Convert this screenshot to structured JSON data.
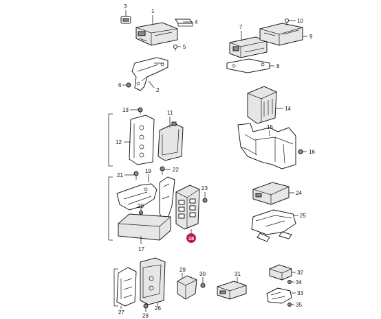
{
  "callouts": {
    "c1": "1",
    "c2": "2",
    "c3": "3",
    "c4": "4",
    "c5": "5",
    "c6": "6",
    "c7": "7",
    "c8": "8",
    "c9": "9",
    "c10": "10",
    "c11": "11",
    "c12": "12",
    "c13": "13",
    "c14": "14",
    "c15": "15",
    "c16": "16",
    "c17": "17",
    "c18": "18",
    "c19": "19",
    "c20": "20",
    "c21": "21",
    "c22": "22",
    "c23": "23",
    "c24": "24",
    "c25": "25",
    "c26": "26",
    "c27": "27",
    "c28": "28",
    "c29": "29",
    "c30": "30",
    "c31": "31",
    "c32": "32",
    "c33": "33",
    "c34": "34",
    "c35": "35"
  },
  "highlight": {
    "label": "18",
    "color": "#c2185b"
  }
}
